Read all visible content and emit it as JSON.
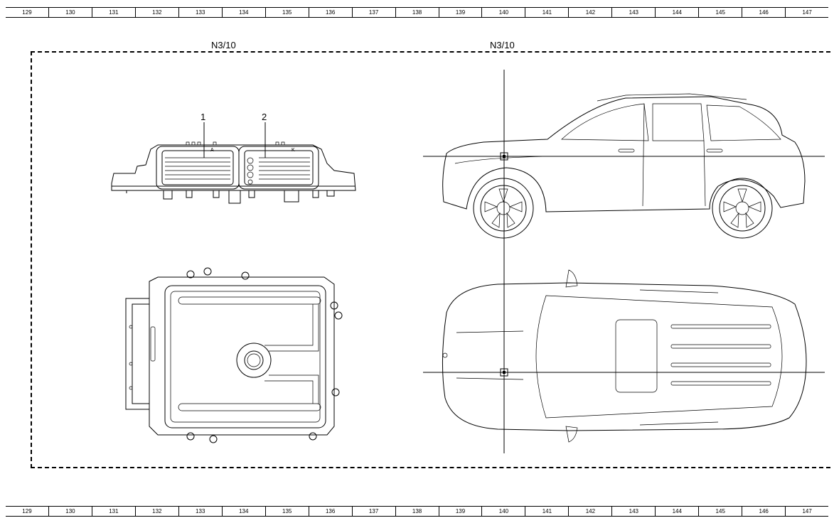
{
  "ruler": [
    "129",
    "130",
    "131",
    "132",
    "133",
    "134",
    "135",
    "136",
    "137",
    "138",
    "139",
    "140",
    "141",
    "142",
    "143",
    "144",
    "145",
    "146",
    "147"
  ],
  "component_label_left": "N3/10",
  "component_label_right": "N3/10",
  "callouts": {
    "one": "1",
    "two": "2"
  },
  "connector_letters": {
    "a": "A",
    "k": "K"
  }
}
